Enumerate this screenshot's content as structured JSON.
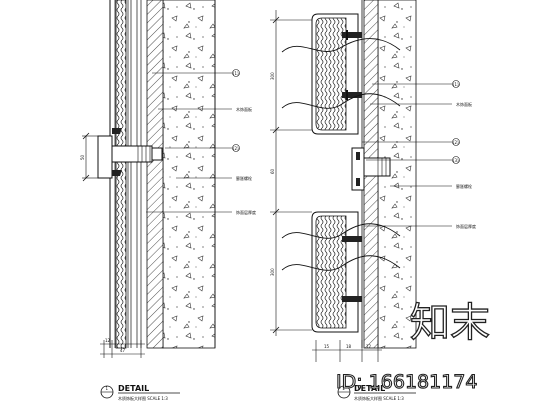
{
  "left_detail": {
    "title": "DETAIL",
    "number": "1",
    "subtitle": "木质饰板大样图 SCALE 1:3",
    "callouts": [
      "(1)",
      "木饰面板",
      "(2)",
      "膨胀螺栓",
      "饰面层厚度"
    ],
    "dim_vertical": "50",
    "dim_bottom_a": "12",
    "dim_bottom_b": "47"
  },
  "right_detail": {
    "title": "DETAIL",
    "number": "2",
    "subtitle": "木质饰板大样图 SCALE 1:3",
    "callouts": [
      "(1)",
      "木饰面板",
      "(2)",
      "(3)",
      "膨胀螺栓",
      "饰面层厚度"
    ],
    "dims_vertical": [
      "300",
      "60",
      "300"
    ],
    "dims_bottom": [
      "15",
      "18",
      "12"
    ]
  },
  "watermark": {
    "logo_text": "知末",
    "id_text": "ID: 166181174"
  }
}
